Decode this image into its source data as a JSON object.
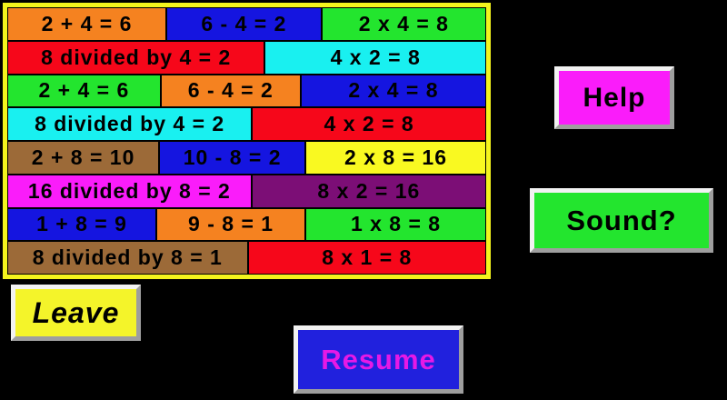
{
  "colors": {
    "page_bg": "#000000",
    "grid_frame": "#f4f41d",
    "grid_gap": "#000000"
  },
  "grid": {
    "rows": [
      {
        "cells": [
          {
            "label": "2 + 4 = 6",
            "bg": "#f58220",
            "w": 33.2
          },
          {
            "label": "6 - 4 = 2",
            "bg": "#1515e0",
            "w": 32.4
          },
          {
            "label": "2 x 4 = 8",
            "bg": "#23e52e",
            "w": 34.4
          }
        ]
      },
      {
        "cells": [
          {
            "label": "8 divided by 4 = 2",
            "bg": "#f6071a",
            "w": 53.8
          },
          {
            "label": "4 x 2 = 8",
            "bg": "#19f0f0",
            "w": 46.2
          }
        ]
      },
      {
        "cells": [
          {
            "label": "2 + 4 = 6",
            "bg": "#23e52e",
            "w": 32.0
          },
          {
            "label": "6 - 4 = 2",
            "bg": "#f58220",
            "w": 29.2
          },
          {
            "label": "2 x 4 = 8",
            "bg": "#1515e0",
            "w": 38.8
          }
        ]
      },
      {
        "cells": [
          {
            "label": "8 divided by 4 = 2",
            "bg": "#19f0f0",
            "w": 51.1
          },
          {
            "label": "4 x 2 = 8",
            "bg": "#f6071a",
            "w": 48.9
          }
        ]
      },
      {
        "cells": [
          {
            "label": "2 + 8 = 10",
            "bg": "#9c6a38",
            "w": 31.7
          },
          {
            "label": "10 - 8 = 2",
            "bg": "#1515e0",
            "w": 30.5
          },
          {
            "label": "2 x 8 = 16",
            "bg": "#f9f921",
            "w": 37.8
          }
        ]
      },
      {
        "cells": [
          {
            "label": "16 divided by 8 = 2",
            "bg": "#fa1cfa",
            "w": 51.0
          },
          {
            "label": "8 x 2 = 16",
            "bg": "#7c0e76",
            "w": 49.0
          }
        ]
      },
      {
        "cells": [
          {
            "label": "1 + 8 = 9",
            "bg": "#1515e0",
            "w": 31.1
          },
          {
            "label": "9 - 8 = 1",
            "bg": "#f58220",
            "w": 31.1
          },
          {
            "label": "1 x 8 = 8",
            "bg": "#23e52e",
            "w": 37.8
          }
        ]
      },
      {
        "cells": [
          {
            "label": "8 divided by 8 = 1",
            "bg": "#9c6a38",
            "w": 50.2
          },
          {
            "label": "8 x 1 = 8",
            "bg": "#f6071a",
            "w": 49.8
          }
        ]
      }
    ]
  },
  "buttons": {
    "help": {
      "label": "Help",
      "bg": "#fa1cfa",
      "text_color": "#000000"
    },
    "sound": {
      "label": "Sound?",
      "bg": "#23e52e",
      "text_color": "#000000"
    },
    "leave": {
      "label": "Leave",
      "bg": "#f4f42a",
      "text_color": "#000000"
    },
    "resume": {
      "label": "Resume",
      "bg": "#2121dd",
      "text_color": "#e619e6"
    }
  }
}
